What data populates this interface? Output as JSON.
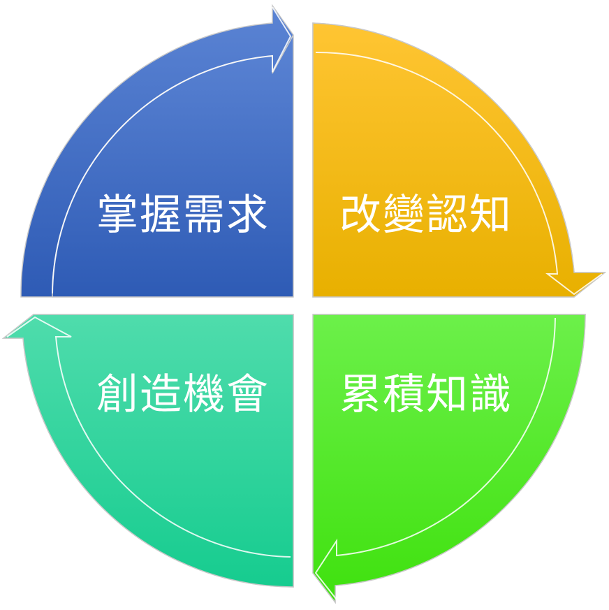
{
  "diagram": {
    "quadrants": [
      {
        "id": "top-left",
        "label": "掌握需求",
        "color_light": "#5b84d4",
        "color_dark": "#2e5bb5"
      },
      {
        "id": "top-right",
        "label": "改變認知",
        "color_light": "#ffc533",
        "color_dark": "#e8b000"
      },
      {
        "id": "bottom-right",
        "label": "累積知識",
        "color_light": "#6cf04a",
        "color_dark": "#3fe10e"
      },
      {
        "id": "bottom-left",
        "label": "創造機會",
        "color_light": "#4fdcac",
        "color_dark": "#16cc8f"
      }
    ]
  }
}
